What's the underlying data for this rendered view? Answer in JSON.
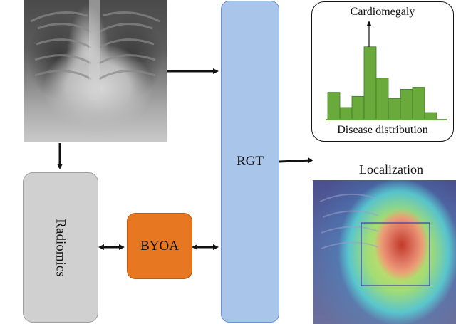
{
  "rgt": {
    "label": "RGT"
  },
  "byoa": {
    "label": "BYOA"
  },
  "radiomics": {
    "label": "Radiomics"
  },
  "distribution": {
    "top_label": "Cardiomegaly",
    "caption": "Disease distribution"
  },
  "localization": {
    "title": "Localization"
  },
  "chart_data": {
    "type": "bar",
    "values": [
      27,
      12,
      23,
      72,
      41,
      21,
      30,
      32,
      7
    ],
    "highlight_index": 3,
    "bar_color": "#6aaa3c",
    "bar_border": "#3f7a22"
  }
}
